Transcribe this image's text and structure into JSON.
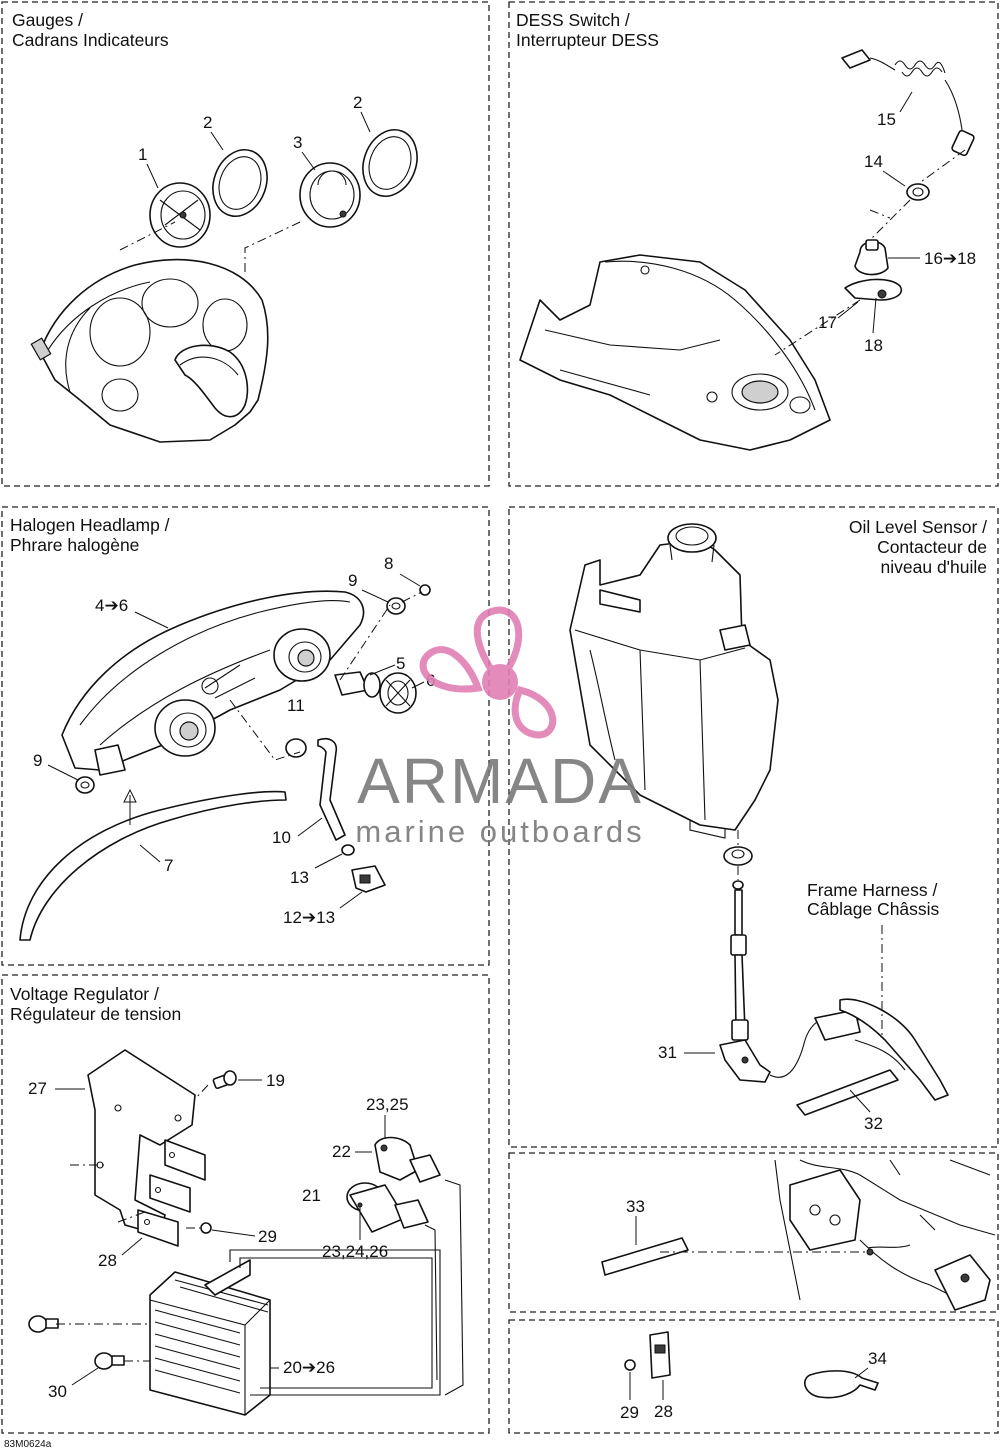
{
  "panels": {
    "gauges": {
      "title_line1": "Gauges /",
      "title_line2": "Cadrans Indicateurs"
    },
    "dess": {
      "title_line1": "DESS Switch /",
      "title_line2": "Interrupteur DESS"
    },
    "halogen": {
      "title_line1": "Halogen Headlamp /",
      "title_line2": "Phrare halogène"
    },
    "voltage": {
      "title_line1": "Voltage Regulator /",
      "title_line2": "Régulateur de tension"
    },
    "oil": {
      "title_line1": "Oil Level Sensor /",
      "title_line2": "Contacteur de",
      "title_line3": "niveau d'huile"
    },
    "frame": {
      "title_line1": "Frame Harness /",
      "title_line2": "Câblage Châssis"
    }
  },
  "callouts": {
    "gauges": [
      "1",
      "2",
      "3",
      "2"
    ],
    "dess": [
      "15",
      "14",
      "16➔18",
      "17",
      "18"
    ],
    "halogen": [
      "8",
      "9",
      "4➔6",
      "5",
      "6",
      "11",
      "9",
      "10",
      "7",
      "13",
      "12➔13"
    ],
    "voltage": [
      "27",
      "19",
      "23,25",
      "22",
      "21",
      "23,24,26",
      "29",
      "28",
      "20➔26",
      "30"
    ],
    "oil": [
      "31",
      "32"
    ],
    "frame": [
      "33"
    ],
    "small": [
      "29",
      "28",
      "34"
    ]
  },
  "reference": "83M0624a",
  "watermark": {
    "brand": "ARMADA",
    "tagline": "marine outboards",
    "color": "#e07fb4",
    "logo_icon": "propeller-icon"
  }
}
